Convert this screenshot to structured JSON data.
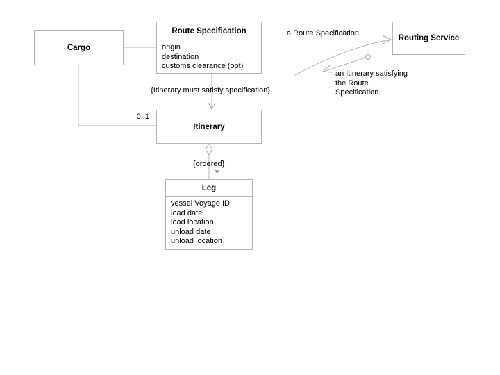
{
  "diagram": {
    "classes": {
      "cargo": {
        "name": "Cargo"
      },
      "route_specification": {
        "name": "Route Specification",
        "attributes": [
          "origin",
          "destination",
          "customs clearance (opt)"
        ]
      },
      "routing_service": {
        "name": "Routing Service"
      },
      "itinerary": {
        "name": "Itinerary"
      },
      "leg": {
        "name": "Leg",
        "attributes": [
          "vessel Voyage ID",
          "load date",
          "load location",
          "unload date",
          "unload location"
        ]
      }
    },
    "labels": {
      "constraint_satisfy": "{Itinerary must satisfy specification}",
      "multiplicity_itinerary": "0..1",
      "ordered_constraint": "{ordered}",
      "multiplicity_leg": "*",
      "message_to_service": "a Route Specification",
      "message_from_service_line1": "an Itinerary satisfying",
      "message_from_service_line2": "the Route",
      "message_from_service_line3": "Specification"
    },
    "colors": {
      "background": "#ffffff",
      "line": "#b4b4b4",
      "arrow": "#a6a6a6",
      "text": "#000000"
    }
  }
}
